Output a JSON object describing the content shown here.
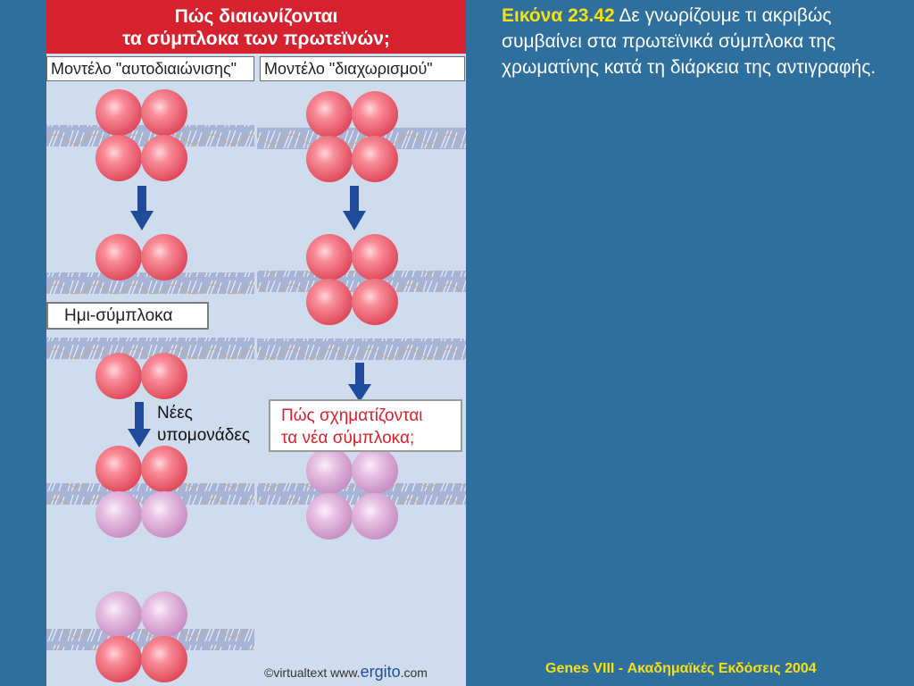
{
  "figure": {
    "header_line1": "Πώς διαιωνίζονται",
    "header_line2": "τα σύμπλοκα των πρωτεϊνών;",
    "model_left": "Μοντέλο \"αυτοδιαιώνισης\"",
    "model_right": "Μοντέλο \"διαχωρισμού\"",
    "hemi_complex_label": "Ημι-σύμπλοκα",
    "new_subunits_line1": "Νέες",
    "new_subunits_line2": "υπομονάδες",
    "question_line1": "Πώς σχηματίζονται",
    "question_line2": "τα νέα σύμπλοκα;",
    "credit_prefix": "©virtualtext  www.",
    "credit_brand": "ergito",
    "credit_suffix": ".com"
  },
  "caption": {
    "number": "Εικόνα 23.42",
    "text": "Δε γνωρίζουμε τι ακριβώς συμβαίνει στα πρωτεϊνικά σύμπλοκα της χρωματίνης κατά τη διάρκεια της αντιγραφής."
  },
  "footer": {
    "text": "Genes VIII - Ακαδημαϊκές Εκδόσεις 2004"
  },
  "colors": {
    "background": "#2f6f9e",
    "header_red": "#d6222e",
    "caption_yellow": "#f5e010",
    "old_subunit": "#f47a86",
    "new_subunit": "#e3b4dd",
    "arrow": "#1f4c9a",
    "dna_band": "#a7b4d6"
  }
}
